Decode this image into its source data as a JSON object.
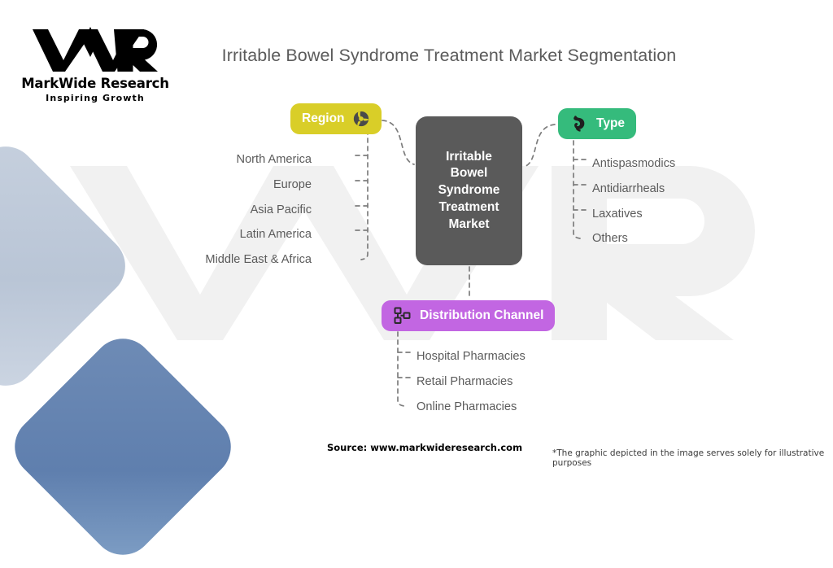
{
  "brand": {
    "mark_text": "MWR",
    "name": "MarkWide Research",
    "tagline": "Inspiring Growth",
    "watermark_text": "MWR"
  },
  "title": "Irritable Bowel Syndrome Treatment Market Segmentation",
  "center": {
    "label": "Irritable\nBowel\nSyndrome\nTreatment\nMarket",
    "color": "#5a5a5a",
    "text_color": "#ffffff"
  },
  "branches": [
    {
      "key": "region",
      "label": "Region",
      "icon": "globe-icon",
      "color": "#d9ce28",
      "icon_color": "#4a4a4a",
      "text_color": "#ffffff",
      "items": [
        "North America",
        "Europe",
        "Asia Pacific",
        "Latin America",
        "Middle East & Africa"
      ]
    },
    {
      "key": "type",
      "label": "Type",
      "icon": "stomach-icon",
      "color": "#35bb7c",
      "icon_color": "#1f1f1f",
      "text_color": "#ffffff",
      "items": [
        "Antispasmodics",
        "Antidiarrheals",
        "Laxatives",
        "Others"
      ]
    },
    {
      "key": "distribution",
      "label": "Distribution Channel",
      "icon": "sitemap-icon",
      "color": "#c266e2",
      "icon_color": "#2b2b2b",
      "text_color": "#ffffff",
      "items": [
        "Hospital Pharmacies",
        "Retail Pharmacies",
        "Online Pharmacies"
      ]
    }
  ],
  "footer": {
    "source": "Source: www.markwideresearch.com",
    "disclaimer": "*The graphic depicted in the image serves solely for illustrative purposes"
  },
  "colors": {
    "background": "#ffffff",
    "leaf_text": "#5b5b5b",
    "title_text": "#5b5b5b",
    "connector": "#7a7a7a",
    "decor_light": "#c6d0de",
    "decor_dark": "#6f8cb6"
  }
}
